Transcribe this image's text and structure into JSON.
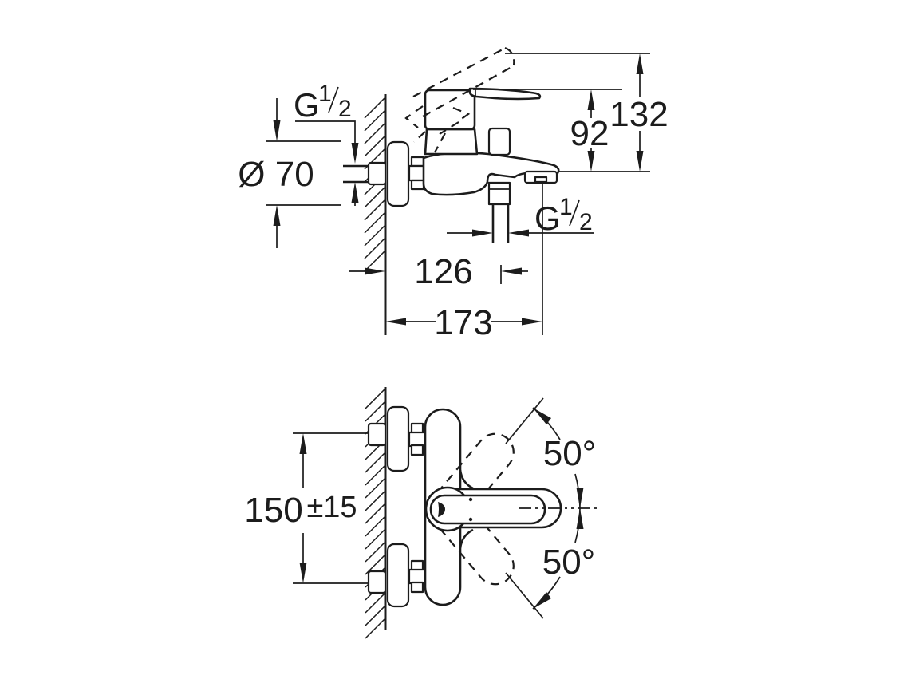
{
  "drawing": {
    "background": "#ffffff",
    "line_color": "#1c1c1c",
    "top_view": {
      "inlet_thread": {
        "prefix": "G",
        "numerator": "1",
        "denominator": "2"
      },
      "flange_diameter": "Ø 70",
      "spout_height": "92",
      "lever_height": "132",
      "shower_thread": {
        "prefix": "G",
        "numerator": "1",
        "denominator": "2"
      },
      "wall_to_shower_outlet": "126",
      "wall_to_spout_tip": "173"
    },
    "bottom_view": {
      "connection_distance": "150",
      "connection_tolerance": "±15",
      "swivel_angle_up": "50°",
      "swivel_angle_down": "50°"
    }
  }
}
